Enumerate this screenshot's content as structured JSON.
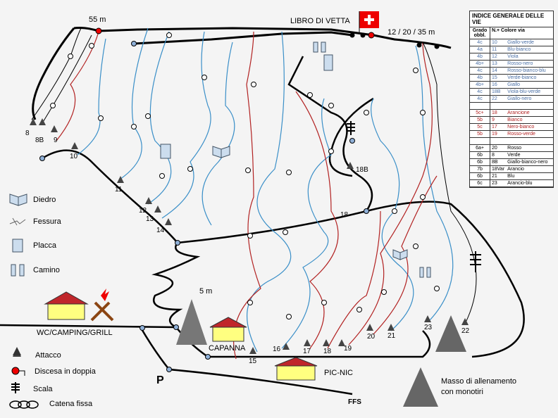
{
  "summit": {
    "label": "LIBRO DI VETTA",
    "rappel_top_left": "55 m",
    "rappel_top_right": "12 / 20 / 35 m",
    "rappel_hut": "5 m"
  },
  "index": {
    "title": "INDICE GENERALE DELLE VIE",
    "col_grade": "Grado obbl.",
    "col_route": "N.+ Colore via",
    "groups": [
      {
        "color": "#4a6fa5",
        "rows": [
          [
            "4c",
            "10",
            "Giallo-verde"
          ],
          [
            "4a",
            "11",
            "Blu-bianco"
          ],
          [
            "4b",
            "12",
            "Viola"
          ],
          [
            "4b+",
            "13",
            "Rosso-nero"
          ],
          [
            "4c",
            "14",
            "Rosso-bianco-blu"
          ],
          [
            "4b",
            "15",
            "Verde-bianco"
          ],
          [
            "4b+",
            "16",
            "Giallo"
          ],
          [
            "4c",
            "18B",
            "Viola-blu-verde"
          ],
          [
            "4c",
            "22",
            "Giallo-nero"
          ]
        ]
      },
      {
        "color": "#b22222",
        "rows": [
          [
            "5c+",
            "18",
            "Arancione"
          ],
          [
            "5b",
            "9",
            "Bianco"
          ],
          [
            "5c",
            "17",
            "Nero-bianco"
          ],
          [
            "5b",
            "19",
            "Rosso-verde"
          ]
        ]
      },
      {
        "color": "#000000",
        "rows": [
          [
            "6a+",
            "20",
            "Rosso"
          ],
          [
            "6b",
            "8",
            "Verde"
          ],
          [
            "6b",
            "8B",
            "Giallo-bianco-nero"
          ],
          [
            "7b",
            "18Var",
            "Arancio"
          ],
          [
            "6b",
            "21",
            "Blu"
          ],
          [
            "6c",
            "23",
            "Arancio-blu"
          ]
        ]
      }
    ]
  },
  "legend": {
    "diedro": "Diedro",
    "fessura": "Fessura",
    "placca": "Placca",
    "camino": "Camino",
    "attacco": "Attacco",
    "discesa": "Discesa in doppia",
    "scala": "Scala",
    "catena": "Catena fissa"
  },
  "places": {
    "wc": "WC/CAMPING/GRILL",
    "capanna": "CAPANNA",
    "picnic": "PIC-NIC",
    "parking": "P",
    "ffs": "FFS",
    "masso": "Masso di allenamento",
    "masso2": "con monotiri"
  },
  "routes": {
    "r8": "8",
    "r8b": "8B",
    "r9": "9",
    "r10": "10",
    "r11": "11",
    "r12": "12",
    "r13": "13",
    "r14": "14",
    "r15": "15",
    "r16": "16",
    "r17": "17",
    "r18": "18",
    "r19": "19",
    "r20": "20",
    "r21": "21",
    "r22": "22",
    "r23": "23",
    "r18b": "18B",
    "r18var": "18"
  },
  "colors": {
    "blue": "#3a8fc8",
    "red": "#b22222",
    "path": "#000000",
    "hut_wall": "#ffff80",
    "hut_roof": "#c0262b"
  }
}
